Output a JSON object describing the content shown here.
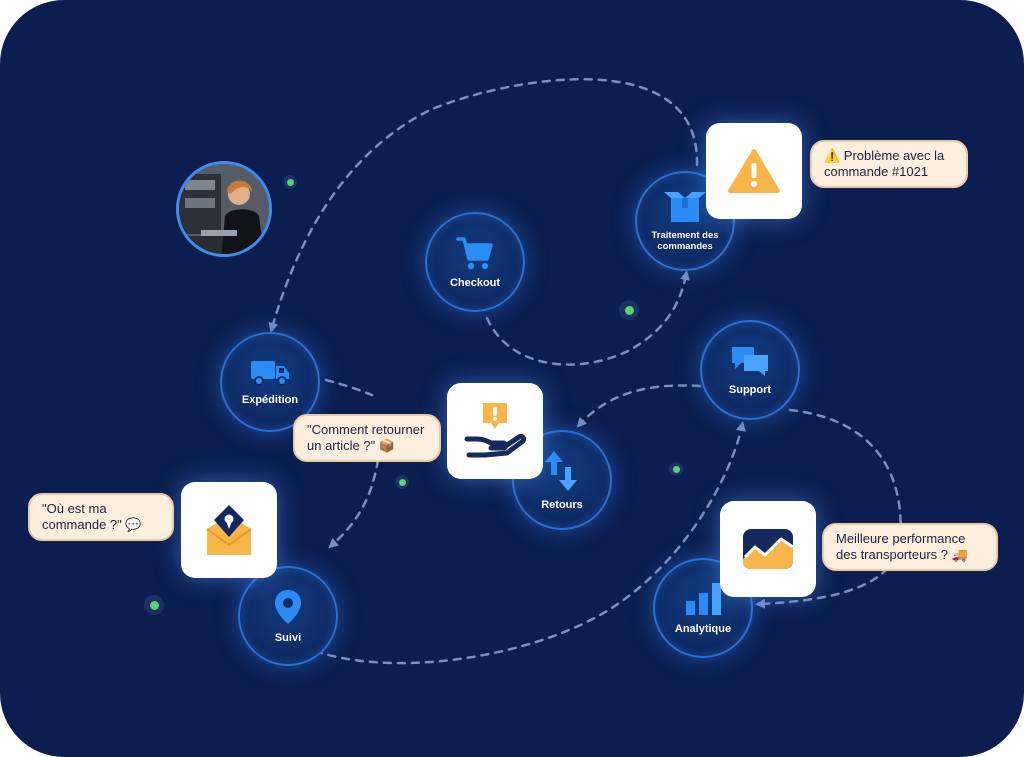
{
  "nodes": {
    "checkout": "Checkout",
    "traitement": "Traitement des commandes",
    "expedition": "Expédition",
    "retours": "Retours",
    "support": "Support",
    "suivi": "Suivi",
    "analytique": "Analytique"
  },
  "bubbles": {
    "probleme": "⚠️ Problème avec la commande #1021",
    "retourner": "\"Comment retourner un article ?\" 📦",
    "ou_est": "\"Où est ma commande ?\" 💬",
    "performance": "Meilleure performance des transporteurs ? 🚚"
  },
  "icons": {
    "checkout": "cart-icon",
    "traitement": "box-icon",
    "expedition": "truck-icon",
    "retours": "arrows-exchange-icon",
    "support": "chat-icon",
    "suivi": "location-pin-icon",
    "analytique": "bar-chart-icon",
    "card_warning": "warning-icon",
    "card_hand": "hand-alert-icon",
    "card_mail": "mail-pin-icon",
    "card_chart": "trend-chart-icon"
  },
  "colors": {
    "background": "#0c1e4f",
    "node_icon": "#2b8cf6",
    "accent_orange": "#f7b54a",
    "bubble": "#fdeedd",
    "dot_green": "#55d66b",
    "dash": "#7d8fbf"
  }
}
